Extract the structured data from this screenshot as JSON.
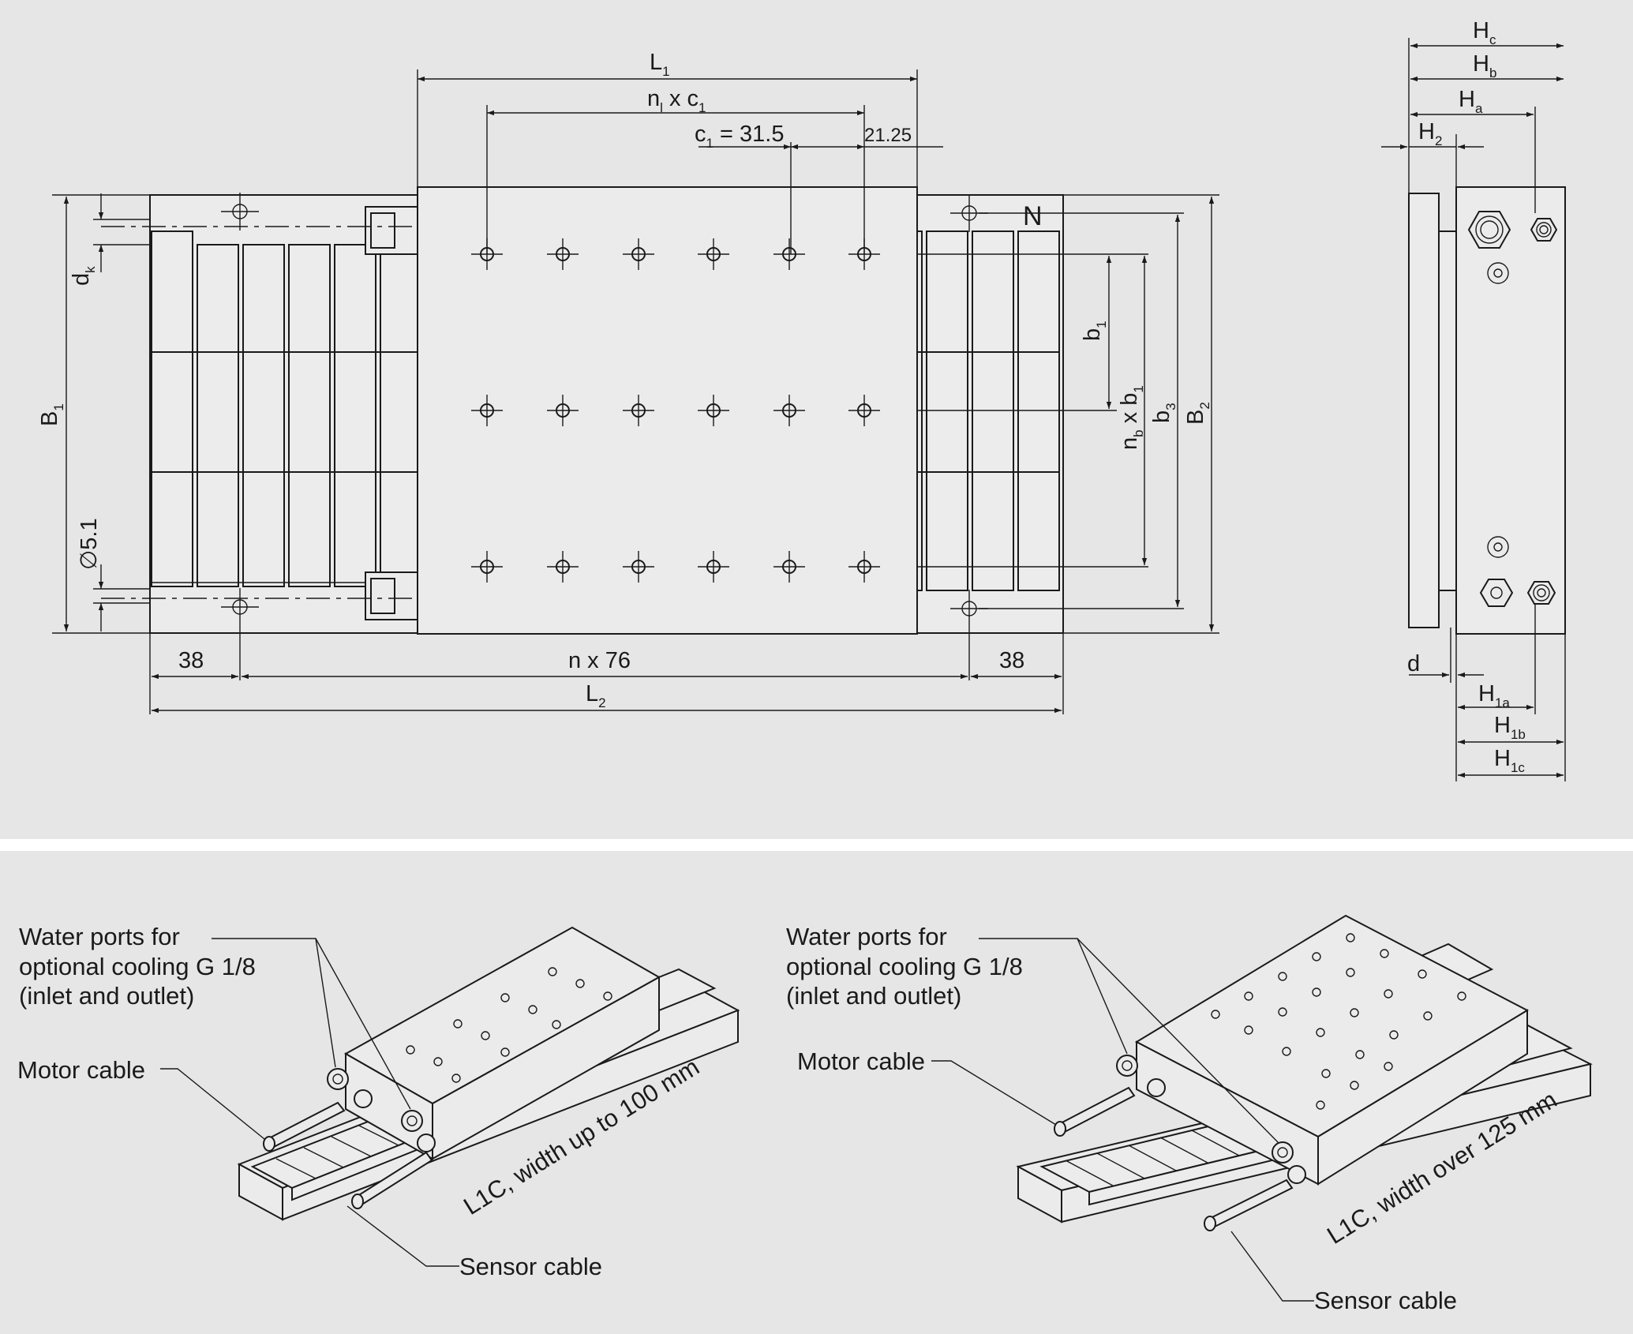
{
  "top_view": {
    "L1": "L",
    "L1_sub": "1",
    "nl_c1_n": "n",
    "nl_c1_n_sub": "l",
    "nl_c1_x": " x c",
    "nl_c1_c_sub": "1",
    "c1_c": "c",
    "c1_sub": "1",
    "c1_value": " = 31.5",
    "offset_2125": "21.25",
    "N_marker": "N",
    "dk": "d",
    "dk_sub": "k",
    "B1": "B",
    "B1_sub": "1",
    "dia": "∅5.1",
    "b1": "b",
    "b1_sub": "1",
    "nb_b1_n": "n",
    "nb_b1_n_sub": "b",
    "nb_b1_x": " x b",
    "nb_b1_b_sub": "1",
    "b3": "b",
    "b3_sub": "3",
    "B2": "B",
    "B2_sub": "2",
    "dim_38_left": "38",
    "dim_n76": "n x 76",
    "dim_38_right": "38",
    "L2": "L",
    "L2_sub": "2"
  },
  "side_view": {
    "Hc": "H",
    "Hc_sub": "c",
    "Hb": "H",
    "Hb_sub": "b",
    "Ha": "H",
    "Ha_sub": "a",
    "H2": "H",
    "H2_sub": "2",
    "d": "d",
    "H1a": "H",
    "H1a_sub": "1a",
    "H1b": "H",
    "H1b_sub": "1b",
    "H1c": "H",
    "H1c_sub": "1c"
  },
  "iso_left": {
    "water_ports_line1": "Water ports for",
    "water_ports_line2": "optional cooling G 1/8",
    "water_ports_line3": "(inlet and outlet)",
    "motor_cable": "Motor cable",
    "sensor_cable": "Sensor cable",
    "model_label": "L1C, width up to 100 mm"
  },
  "iso_right": {
    "water_ports_line1": "Water ports for",
    "water_ports_line2": "optional cooling G 1/8",
    "water_ports_line3": "(inlet and outlet)",
    "motor_cable": "Motor cable",
    "sensor_cable": "Sensor cable",
    "model_label": "L1C, width over 125 mm"
  },
  "colors": {
    "panel_bg": "#e6e6e6",
    "line": "#1a1a1a",
    "part_fill": "#ebebeb"
  }
}
